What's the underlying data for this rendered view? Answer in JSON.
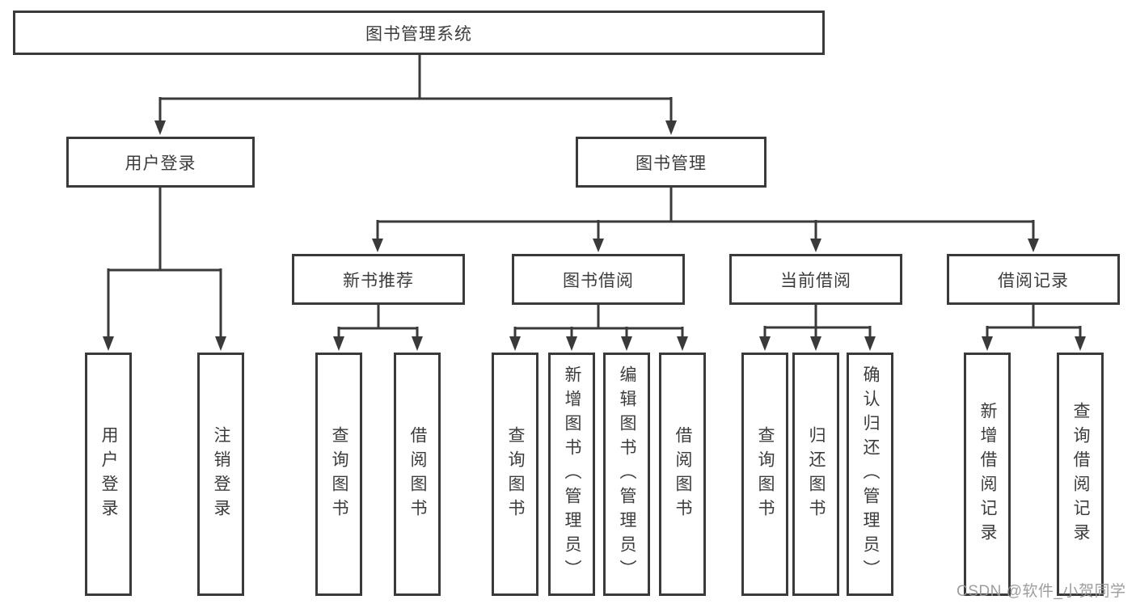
{
  "diagram": {
    "title": "图书管理系统",
    "nodes": {
      "root": "图书管理系统",
      "user_login": "用户登录",
      "book_mgmt": "图书管理",
      "new_book_rec": "新书推荐",
      "book_borrow": "图书借阅",
      "current_borrow": "当前借阅",
      "borrow_records": "借阅记录",
      "leaf_user_login": "用户登录",
      "leaf_logout": "注销登录",
      "leaf_nbr_query_books": "查询图书",
      "leaf_nbr_borrow_books": "借阅图书",
      "leaf_bb_query_books": "查询图书",
      "leaf_bb_add_books_admin": "新增图书（管理员）",
      "leaf_bb_edit_books_admin": "编辑图书（管理员）",
      "leaf_bb_borrow_books": "借阅图书",
      "leaf_cb_query_books": "查询图书",
      "leaf_cb_return_books": "归还图书",
      "leaf_cb_confirm_return_admin": "确认归还（管理员）",
      "leaf_br_add_record": "新增借阅记录",
      "leaf_br_query_record": "查询借阅记录"
    },
    "colors": {
      "line": "#3a3a3a",
      "box_border": "#3a3a3a",
      "text": "#3c3c3c",
      "background": "#ffffff",
      "watermark": "#989898"
    }
  },
  "watermark": "CSDN @软件_小贺同学"
}
